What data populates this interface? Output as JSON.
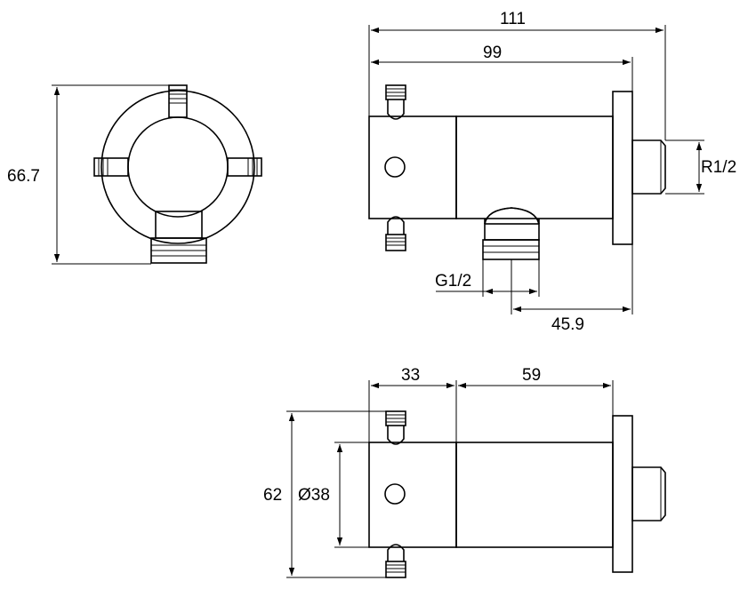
{
  "colors": {
    "line": "#000000",
    "background": "#ffffff"
  },
  "dimensions": {
    "front_height": "66.7",
    "total_length": "111",
    "body_length": "99",
    "outlet_thread": "R1/2",
    "inlet_thread": "G1/2",
    "inlet_offset": "45.9",
    "handle_length": "33",
    "barrel_length": "59",
    "overall_height": "62",
    "body_diameter": "Ø38"
  }
}
